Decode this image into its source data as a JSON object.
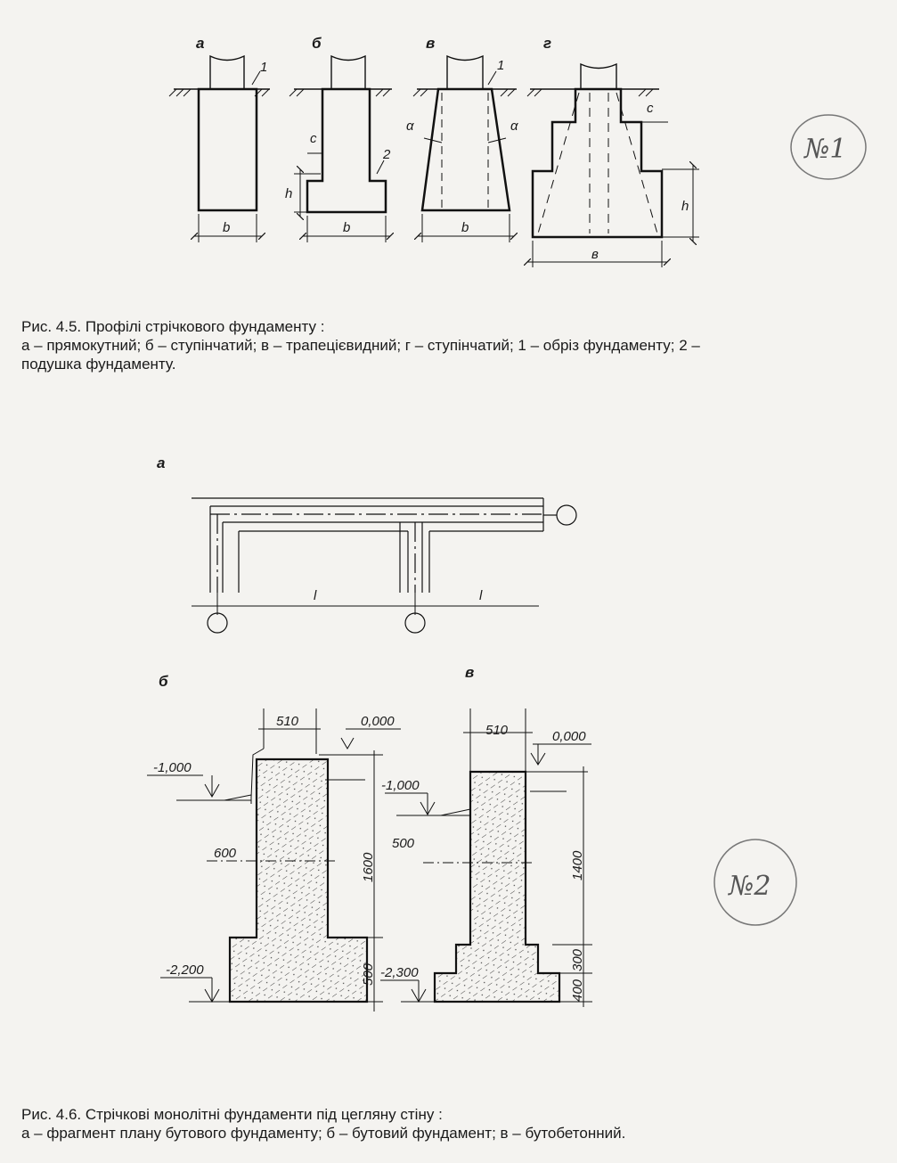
{
  "figure1": {
    "panel_labels": [
      "а",
      "б",
      "в",
      "г"
    ],
    "markers": {
      "one": "1",
      "two": "2"
    },
    "dims": {
      "b": "b",
      "c": "c",
      "h": "h",
      "alpha": "α",
      "b_g": "в"
    },
    "caption_title": "Рис. 4.5. Профілі стрічкового фундаменту :",
    "caption_line2": "а – прямокутний; б – ступінчатий; в – трапецієвидний; г – ступінчатий; 1 – обріз фундаменту; 2 –",
    "caption_line3": "подушка фундаменту."
  },
  "figure2": {
    "panel_labels": {
      "a": "а",
      "b": "б",
      "v": "в"
    },
    "plan_span": "l",
    "b": {
      "width_top": "510",
      "level_zero": "0,000",
      "level_basement": "-1,000",
      "width_mid": "600",
      "height_main": "1600",
      "level_bottom": "-2,200",
      "height_bottom": "500"
    },
    "v": {
      "width_top": "510",
      "level_zero": "0,000",
      "level_basement": "-1,000",
      "width_mid": "500",
      "height_main": "1400",
      "level_bottom": "-2,300",
      "height_step1": "300",
      "height_step2": "400"
    },
    "caption_title": "Рис. 4.6. Стрічкові монолітні фундаменти під цегляну стіну :",
    "caption_line2": "а – фрагмент плану бутового фундаменту; б – бутовий фундамент; в – бутобетонний."
  },
  "notes": {
    "n1": "№1",
    "n2": "№2"
  }
}
